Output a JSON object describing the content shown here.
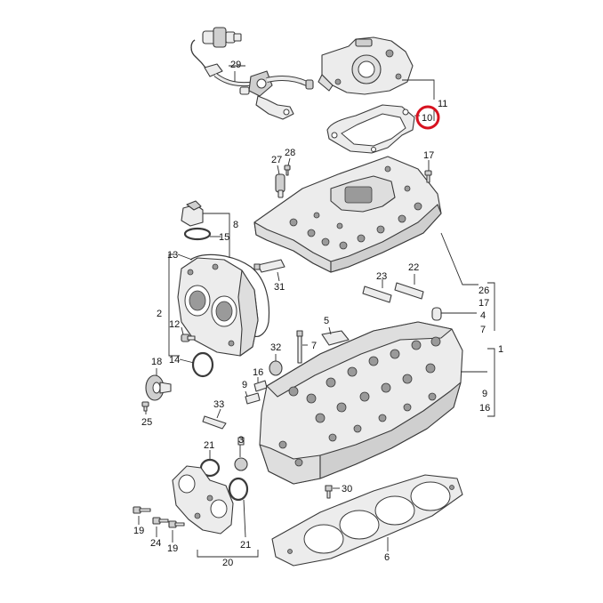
{
  "labels": {
    "l1": "1",
    "l2": "2",
    "l3": "3",
    "l4": "4",
    "l5": "5",
    "l6": "6",
    "l7a": "7",
    "l7b": "7",
    "l8": "8",
    "l9a": "9",
    "l9b": "9",
    "l10": "10",
    "l11": "11",
    "l12": "12",
    "l13": "13",
    "l14": "14",
    "l15": "15",
    "l16a": "16",
    "l16b": "16",
    "l17a": "17",
    "l17b": "17",
    "l18": "18",
    "l19a": "19",
    "l19b": "19",
    "l20": "20",
    "l21a": "21",
    "l21b": "21",
    "l22": "22",
    "l23": "23",
    "l24": "24",
    "l25": "25",
    "l26": "26",
    "l27": "27",
    "l28": "28",
    "l29": "29",
    "l30": "30",
    "l31": "31",
    "l32": "32",
    "l33": "33"
  },
  "highlight": {
    "part": "10",
    "color": "#d7121f"
  }
}
